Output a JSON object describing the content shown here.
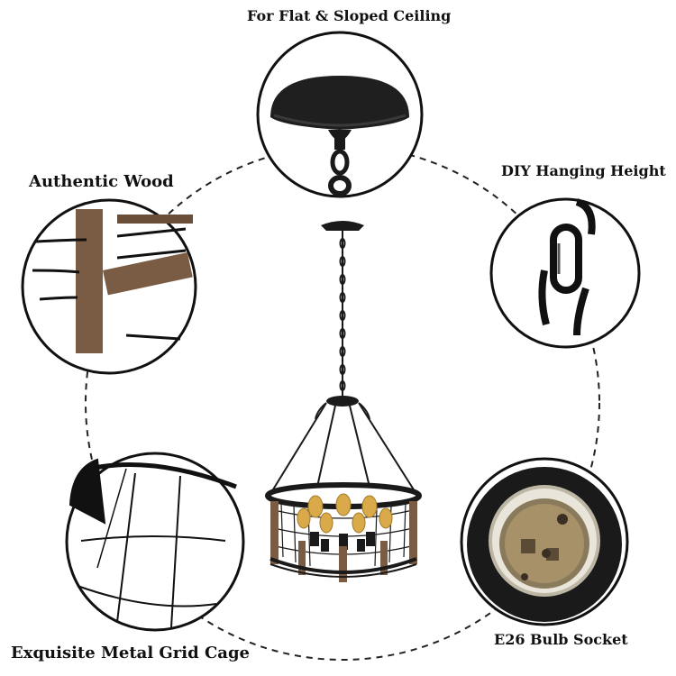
{
  "features": {
    "top": "For Flat & Sloped Ceiling",
    "wood": "Authentic Wood",
    "height": "DIY Hanging Height",
    "cage": "Exquisite Metal Grid Cage",
    "socket": "E26 Bulb Socket"
  },
  "colors": {
    "metal": "#1a1a1a",
    "wood": "#7a5c44",
    "bulb": "#d9a94a",
    "dashed": "#222222"
  },
  "icons": {
    "canopy": "ceiling-canopy-icon",
    "chain": "chain-link-icon",
    "wood": "wood-frame-icon",
    "cage": "metal-cage-icon",
    "socket": "bulb-socket-icon"
  }
}
